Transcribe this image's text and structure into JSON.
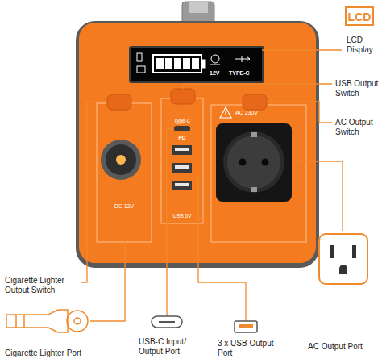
{
  "diagram": {
    "nodes": [
      {
        "text": [
          "LCD"
        ]
      },
      {
        "text": [
          "12V",
          "TYPE-C"
        ]
      },
      {
        "text": [
          "DC 12V"
        ]
      },
      {
        "text": [
          "Type-C",
          "PD",
          "USB 5V"
        ]
      },
      {
        "text": [
          "AC 230V"
        ]
      }
    ],
    "labels": [
      "LCD Display",
      "USB Output Switch",
      "AC Output Switch",
      "Cigarette Lighter Output Switch",
      "Cigarette Lighter Port",
      "USB-C Input/ Output Port",
      "3 x USB Output Port",
      "AC Output Port"
    ]
  }
}
